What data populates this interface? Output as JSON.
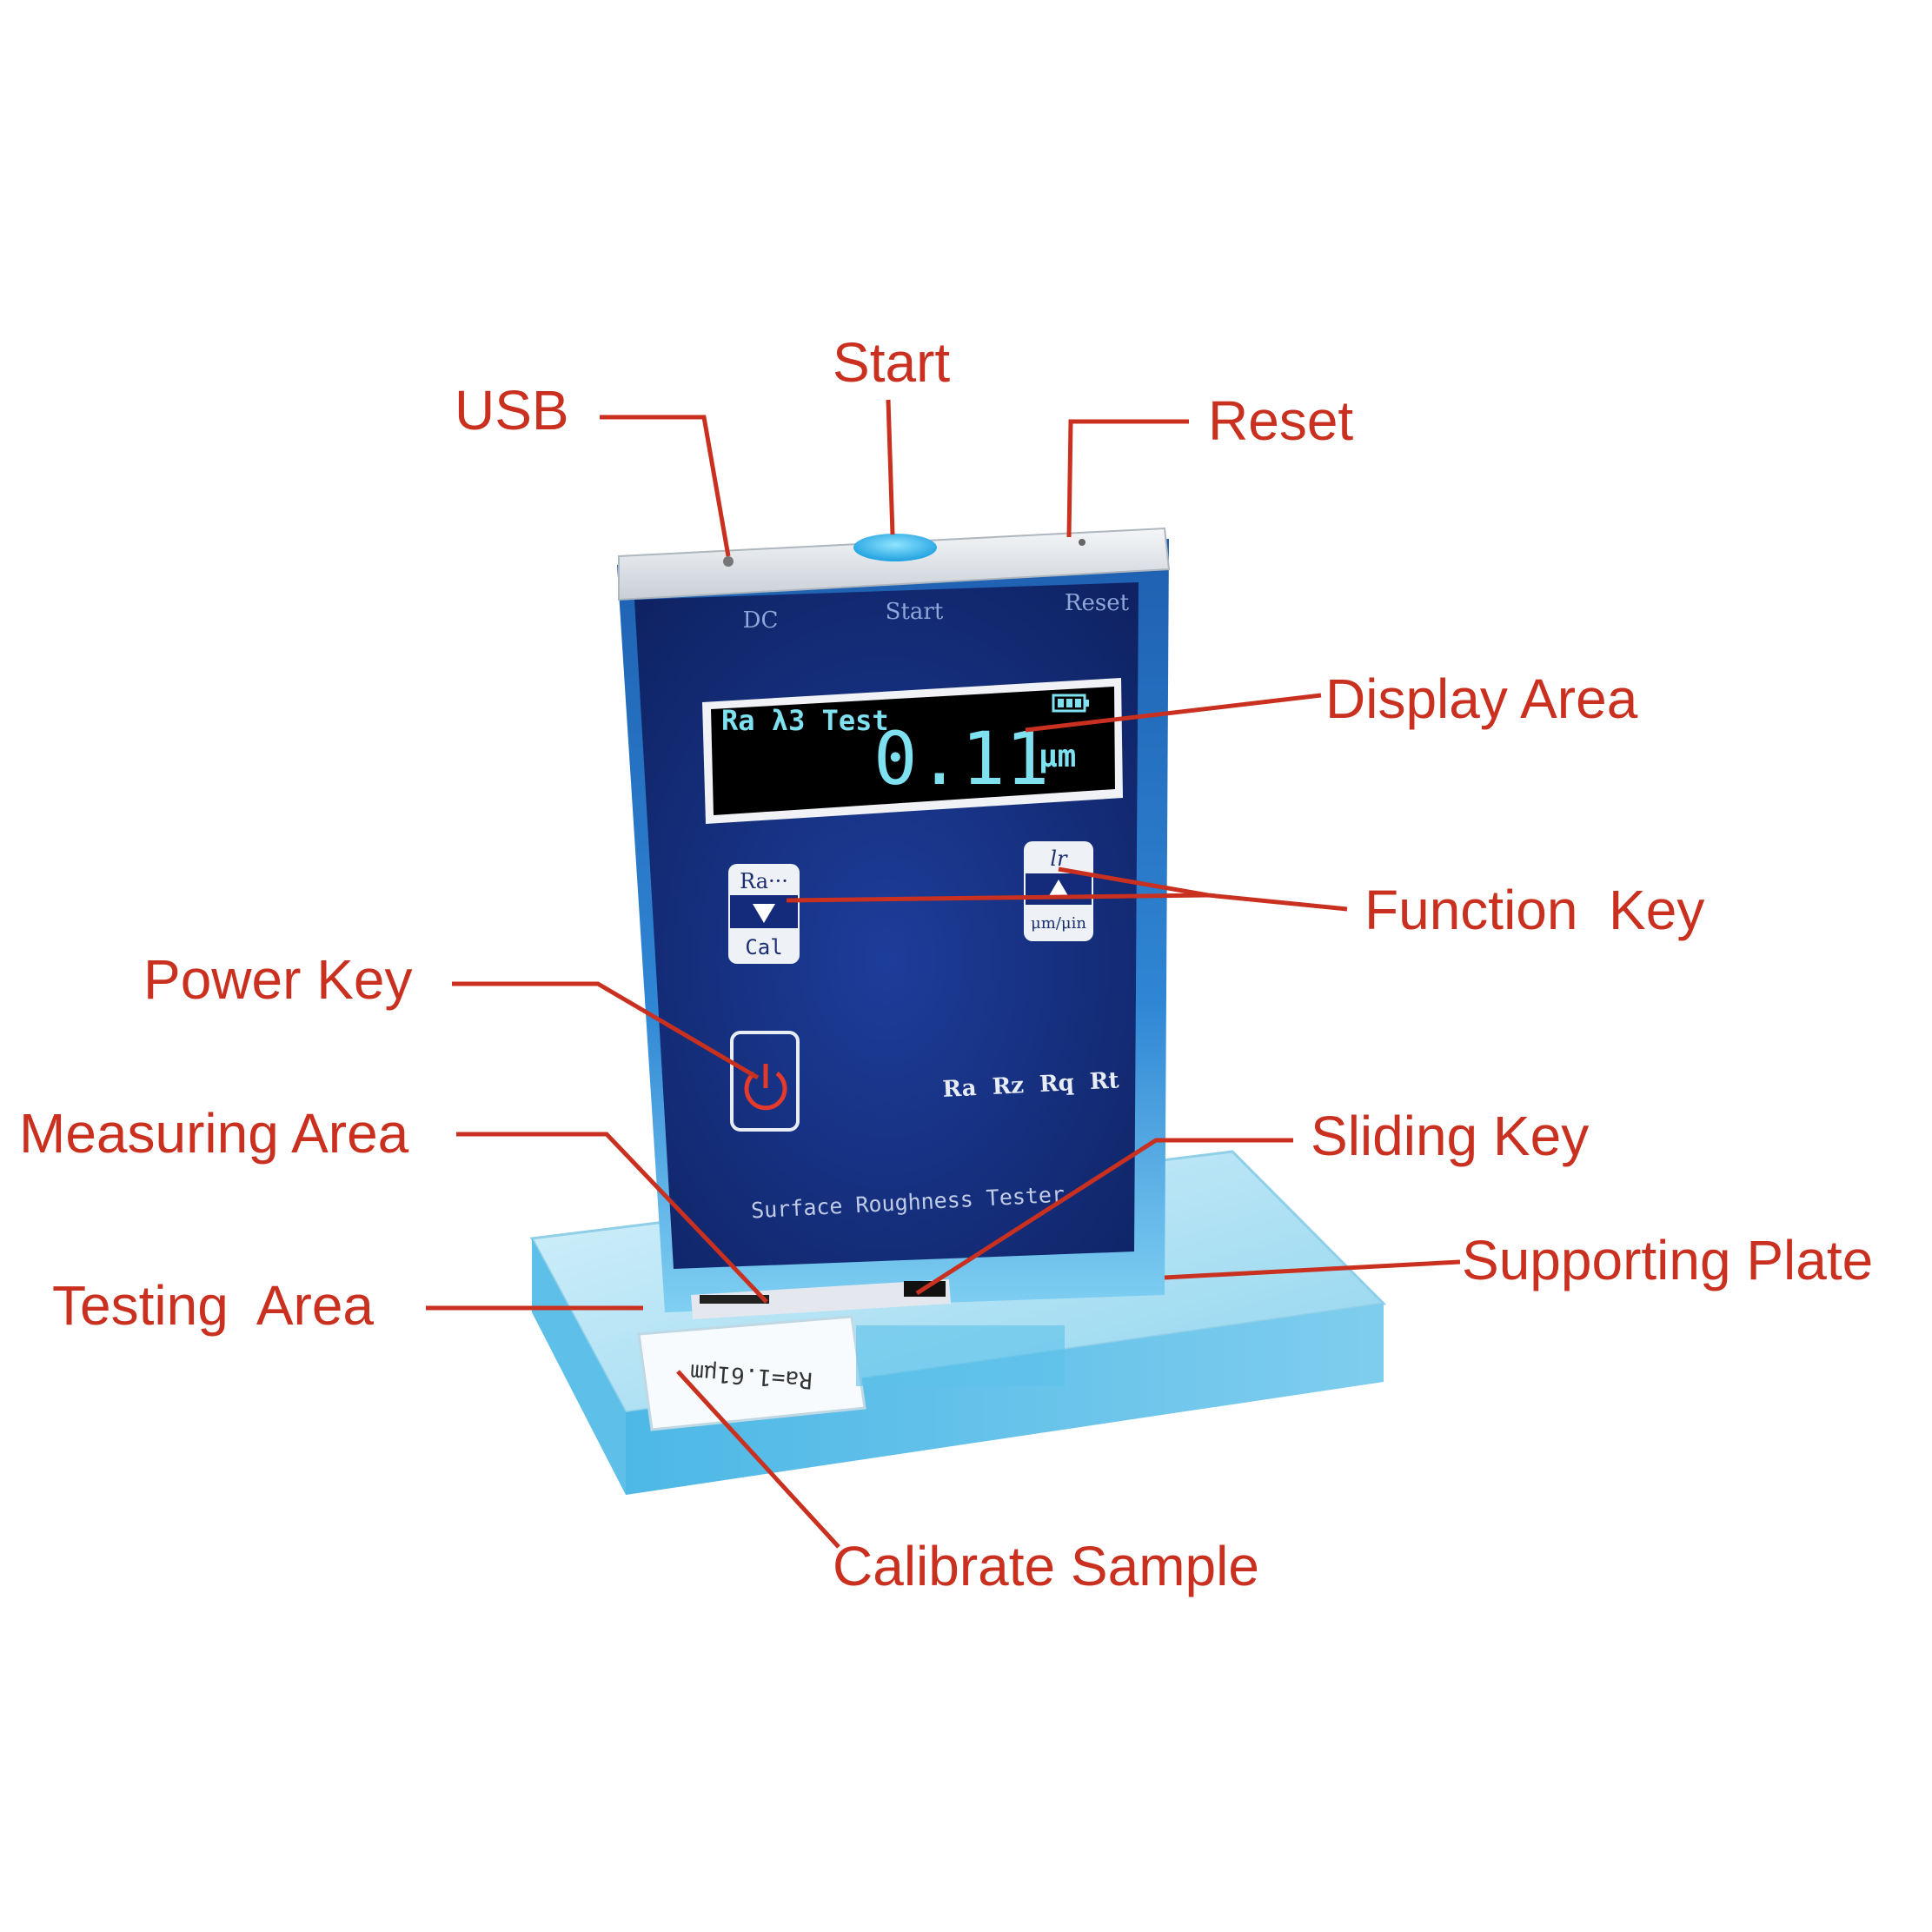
{
  "callouts": {
    "usb": "USB",
    "start": "Start",
    "reset": "Reset",
    "display_area": "Display Area",
    "function_key": "Function  Key",
    "power_key": "Power Key",
    "measuring_area": "Measuring Area",
    "sliding_key": "Sliding Key",
    "testing_area": "Testing  Area",
    "supporting_plate": "Supporting Plate",
    "calibrate_sample": "Calibrate Sample"
  },
  "device": {
    "top_labels": {
      "dc": "DC",
      "start": "Start",
      "reset": "Reset"
    },
    "screen": {
      "mode": "Ra λ3 Test",
      "value": "0.11",
      "unit": "μm"
    },
    "left_key": {
      "top": "Ra···",
      "bottom": "Cal"
    },
    "right_key": {
      "top": "lr",
      "bottom": "μm/μin"
    },
    "parameters": "Ra  Rz  Rq  Rt",
    "product_name": "Surface Roughness Tester",
    "sample_label": "Ra=1.61μm"
  },
  "colors": {
    "callout": "#c9301f",
    "device_panel": "#142a7a",
    "device_shell": "#3c8fd6",
    "screen_text": "#7fe0f0",
    "plate": "#9fdcf2"
  }
}
